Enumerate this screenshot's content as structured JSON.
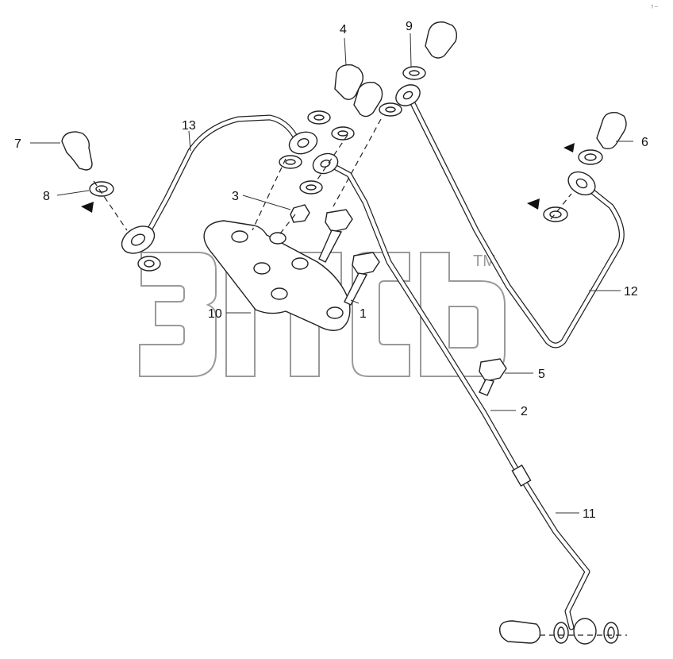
{
  "corner_mark": "⁊ ─",
  "watermark": {
    "text": "3ITCb",
    "tm": "TM"
  },
  "callouts": [
    {
      "id": "c1",
      "text": "1"
    },
    {
      "id": "c2",
      "text": "2"
    },
    {
      "id": "c3",
      "text": "3"
    },
    {
      "id": "c4",
      "text": "4"
    },
    {
      "id": "c5",
      "text": "5"
    },
    {
      "id": "c6",
      "text": "6"
    },
    {
      "id": "c7",
      "text": "7"
    },
    {
      "id": "c8",
      "text": "8"
    },
    {
      "id": "c9",
      "text": "9"
    },
    {
      "id": "c10",
      "text": "10"
    },
    {
      "id": "c11",
      "text": "11"
    },
    {
      "id": "c12",
      "text": "12"
    },
    {
      "id": "c13",
      "text": "13"
    }
  ],
  "colors": {
    "line": "#222222",
    "watermark": "#9a9a9a",
    "background": "#ffffff"
  }
}
